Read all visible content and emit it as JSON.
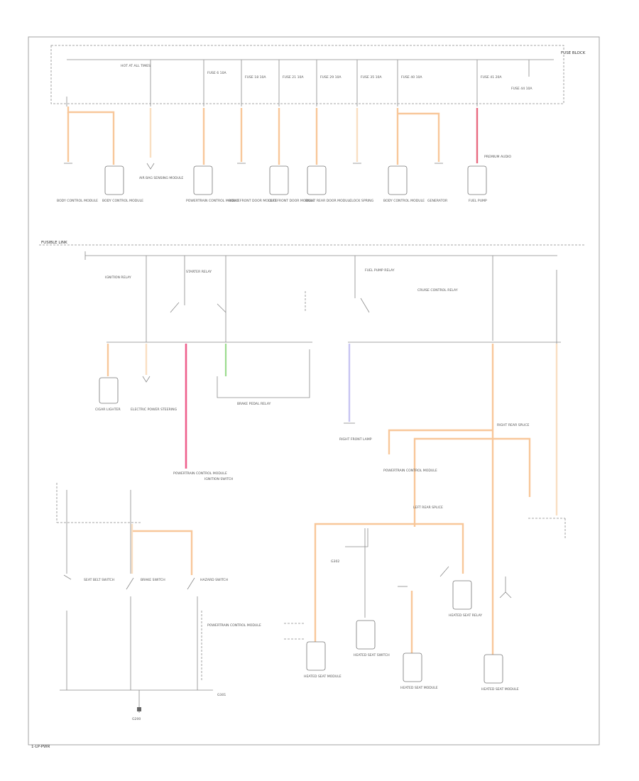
{
  "section_labels": {
    "top_right": "FUSE BLOCK",
    "middle_left": "FUSIBLE LINK",
    "relay_center": "BRAKE PEDAL RELAY"
  },
  "top_section": {
    "components": [
      {
        "id": "c1",
        "label": "BODY CONTROL MODULE"
      },
      {
        "id": "c2",
        "label": "BODY CONTROL MODULE"
      },
      {
        "id": "c3",
        "label": "AIR BAG SENSING MODULE"
      },
      {
        "id": "c4",
        "label": "POWERTRAIN CONTROL MODULE"
      },
      {
        "id": "c5",
        "label": "RIGHT FRONT DOOR MODULE"
      },
      {
        "id": "c6",
        "label": "LEFT FRONT DOOR MODULE"
      },
      {
        "id": "c7",
        "label": "RIGHT REAR DOOR MODULE"
      },
      {
        "id": "c8",
        "label": "CLOCK SPRING"
      },
      {
        "id": "c9",
        "label": "BODY CONTROL MODULE"
      },
      {
        "id": "c10",
        "label": "GENERATOR"
      },
      {
        "id": "c11",
        "label": "FUEL PUMP"
      }
    ],
    "fuse_labels": [
      "HOT AT ALL TIMES",
      "FUSE 6 10A",
      "FUSE 18 10A",
      "FUSE 21 10A",
      "FUSE 29 10A",
      "FUSE 35 10A",
      "FUSE 40 10A",
      "FUSE 41 20A",
      "FUSE 44 10A"
    ],
    "right_note": "PREMIUM AUDIO"
  },
  "middle_section": {
    "components": [
      {
        "id": "m1",
        "label": "CIGAR LIGHTER"
      },
      {
        "id": "m2",
        "label": "ELECTRIC POWER STEERING"
      },
      {
        "id": "m3",
        "label": "POWERTRAIN CONTROL MODULE"
      },
      {
        "id": "m4",
        "label": "IGNITION SWITCH"
      },
      {
        "id": "m5",
        "label": "RIGHT FRONT LAMP"
      },
      {
        "id": "m6",
        "label": "POWERTRAIN CONTROL MODULE"
      }
    ],
    "relay_labels": [
      "IGNITION RELAY",
      "STARTER RELAY",
      "FUEL PUMP RELAY",
      "CRUISE CONTROL RELAY"
    ]
  },
  "bottom_section": {
    "components": [
      {
        "id": "b1",
        "label": "SEAT BELT SWITCH"
      },
      {
        "id": "b2",
        "label": "BRAKE SWITCH"
      },
      {
        "id": "b3",
        "label": "HAZARD SWITCH"
      },
      {
        "id": "b4",
        "label": "POWERTRAIN CONTROL MODULE"
      },
      {
        "id": "b5",
        "label": "HEATED SEAT MODULE"
      },
      {
        "id": "b6",
        "label": "HEATED SEAT SWITCH"
      },
      {
        "id": "b7",
        "label": "HEATED SEAT MODULE"
      },
      {
        "id": "b8",
        "label": "HEATED SEAT RELAY"
      },
      {
        "id": "b9",
        "label": "HEATED SEAT MODULE"
      }
    ],
    "junction_labels": [
      "RIGHT REAR SPLICE",
      "LEFT REAR SPLICE",
      "G200",
      "G301",
      "G302"
    ]
  },
  "footer": {
    "page_code": "1-LP-PWR"
  }
}
